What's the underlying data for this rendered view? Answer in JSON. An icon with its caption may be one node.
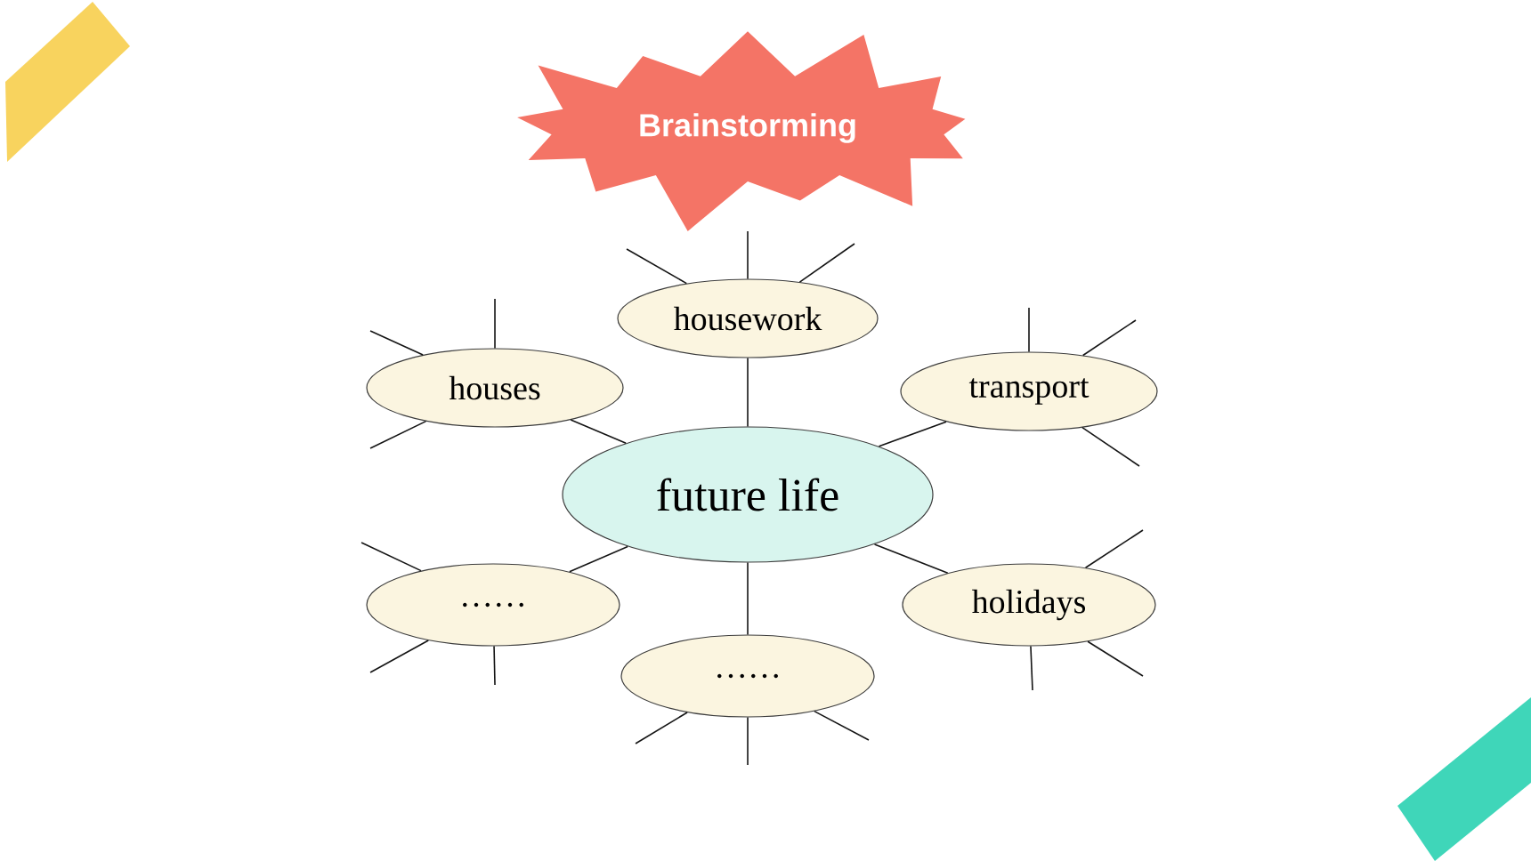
{
  "diagram": {
    "nodes": [
      {
        "text": [
          "Brainstorming"
        ]
      },
      {
        "text": [
          "housework"
        ]
      },
      {
        "text": [
          "houses"
        ]
      },
      {
        "text": [
          "transport"
        ]
      },
      {
        "text": [
          "future life"
        ]
      },
      {
        "text": [
          "……"
        ]
      },
      {
        "text": [
          "holidays"
        ]
      },
      {
        "text": [
          "……"
        ]
      }
    ],
    "edges": [
      {
        "from": 4,
        "to": 1,
        "arrow": "none"
      },
      {
        "from": 4,
        "to": 2,
        "arrow": "none"
      },
      {
        "from": 4,
        "to": 3,
        "arrow": "none"
      },
      {
        "from": 4,
        "to": 5,
        "arrow": "none"
      },
      {
        "from": 4,
        "to": 6,
        "arrow": "none"
      },
      {
        "from": 4,
        "to": 7,
        "arrow": "none"
      },
      {
        "from": 1,
        "to": null,
        "arrow": "none"
      },
      {
        "from": 1,
        "to": null,
        "arrow": "none"
      },
      {
        "from": 1,
        "to": null,
        "arrow": "none"
      },
      {
        "from": 2,
        "to": null,
        "arrow": "none"
      },
      {
        "from": 2,
        "to": null,
        "arrow": "none"
      },
      {
        "from": 2,
        "to": null,
        "arrow": "none"
      },
      {
        "from": 3,
        "to": null,
        "arrow": "none"
      },
      {
        "from": 3,
        "to": null,
        "arrow": "none"
      },
      {
        "from": 3,
        "to": null,
        "arrow": "none"
      },
      {
        "from": 5,
        "to": null,
        "arrow": "none"
      },
      {
        "from": 5,
        "to": null,
        "arrow": "none"
      },
      {
        "from": 5,
        "to": null,
        "arrow": "none"
      },
      {
        "from": 6,
        "to": null,
        "arrow": "none"
      },
      {
        "from": 6,
        "to": null,
        "arrow": "none"
      },
      {
        "from": 6,
        "to": null,
        "arrow": "none"
      },
      {
        "from": 7,
        "to": null,
        "arrow": "none"
      },
      {
        "from": 7,
        "to": null,
        "arrow": "none"
      },
      {
        "from": 7,
        "to": null,
        "arrow": "none"
      }
    ]
  }
}
